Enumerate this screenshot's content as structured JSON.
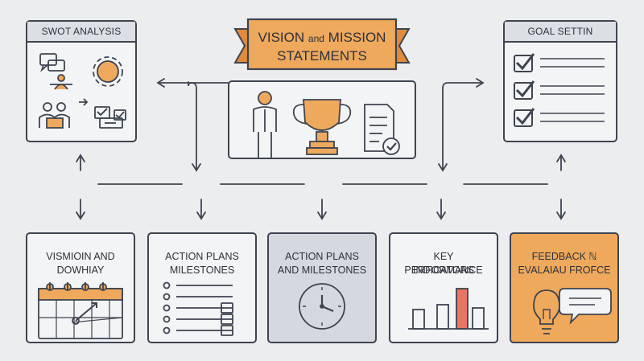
{
  "banner": {
    "line1_a": "VISION",
    "line1_b": "and",
    "line1_c": "MISSION",
    "line2": "STATEMENTS"
  },
  "top_boxes": {
    "swot": {
      "title": "SWOT ANALYSIS",
      "icons": [
        "chat-icon",
        "gear-icon",
        "team-icon",
        "arrows-icon",
        "checklist-icon"
      ]
    },
    "goal": {
      "title": "GOAL SETTIN",
      "icons": [
        "checkbox-icon",
        "checkbox-icon",
        "checkbox-icon"
      ]
    },
    "center": {
      "icons": [
        "person-icon",
        "trophy-icon",
        "document-check-icon"
      ]
    }
  },
  "cards": [
    {
      "line1": "VISMIOIN AND",
      "line2": "DOWHIAY",
      "icon": "calendar-chart-icon"
    },
    {
      "line1": "ACTION PLANS",
      "line2": "MILESTONES",
      "icon": "list-icon"
    },
    {
      "line1": "ACTION PLANS",
      "line2": "AND MILESTONES",
      "icon": "clock-icon"
    },
    {
      "line1": "KEY PERFORMANCE",
      "line2": "INDICATORS",
      "icon": "bar-chart-icon"
    },
    {
      "line1": "FEEDBACK ℕ",
      "line2": "EVALAIAU FROFCE",
      "icon": "lightbulb-speech-icon"
    }
  ],
  "colors": {
    "accent": "#efa95c",
    "stroke": "#3e4450",
    "card_bg": "#f3f4f5",
    "card_gray": "#d5d8df",
    "card_orange": "#efa95c",
    "bar_red": "#e87662",
    "page_bg": "#ecedee"
  }
}
